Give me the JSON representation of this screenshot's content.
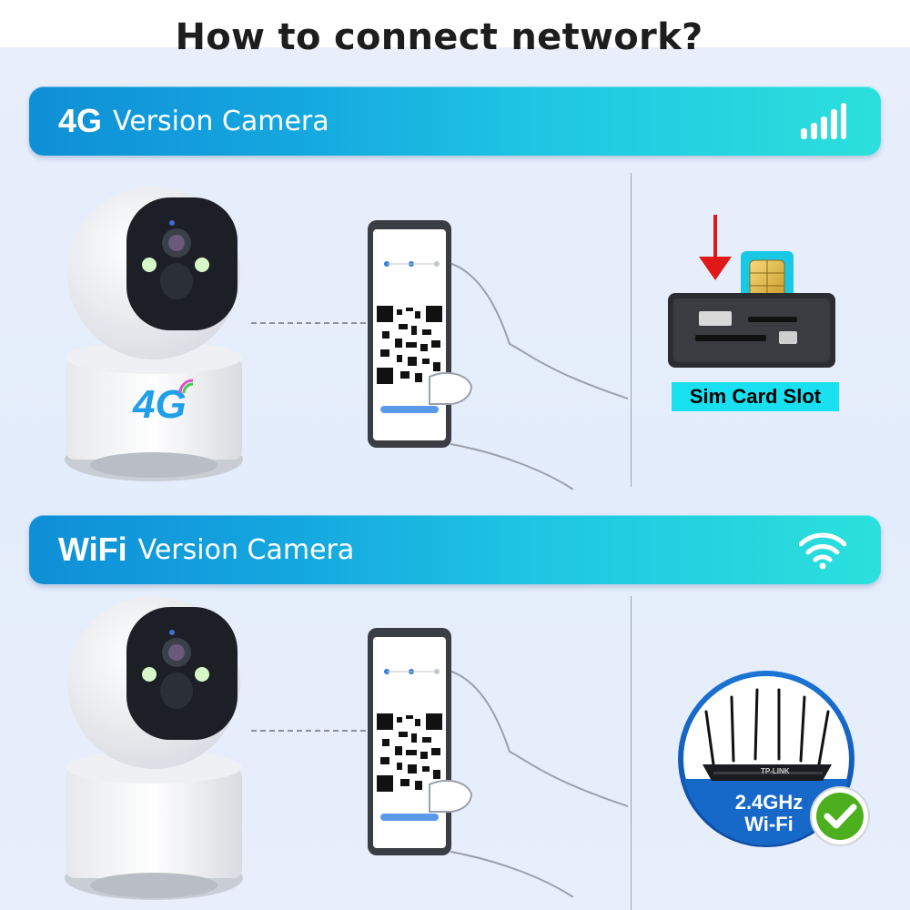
{
  "title": "How to connect network?",
  "sections": [
    {
      "strong": "4G",
      "rest": "Version Camera",
      "icon": "signal-bars-icon"
    },
    {
      "strong": "WiFi",
      "rest": "Version Camera",
      "icon": "wifi-icon"
    }
  ],
  "camera_badge_4g": "4G",
  "sim": {
    "label": "Sim Card Slot"
  },
  "router": {
    "band": "2.4GHz",
    "type": "Wi-Fi",
    "badge": "TP-LINK"
  },
  "colors": {
    "banner_start": "#0f8fd6",
    "banner_end": "#2be0dc",
    "sim_label_bg": "#19e0f0",
    "arrow": "#e01818",
    "check_green": "#4caf1e"
  }
}
